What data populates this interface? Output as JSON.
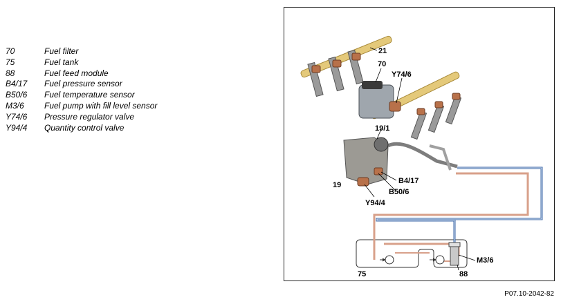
{
  "legend": [
    {
      "code": "70",
      "text": "Fuel filter"
    },
    {
      "code": "75",
      "text": "Fuel tank"
    },
    {
      "code": "88",
      "text": "Fuel feed module"
    },
    {
      "code": "B4/17",
      "text": "Fuel pressure sensor"
    },
    {
      "code": "B50/6",
      "text": "Fuel temperature sensor"
    },
    {
      "code": "M3/6",
      "text": "Fuel pump with fill level sensor"
    },
    {
      "code": "Y74/6",
      "text": "Pressure regulator valve"
    },
    {
      "code": "Y94/4",
      "text": "Quantity control valve"
    }
  ],
  "callouts": {
    "c21": "21",
    "c70": "70",
    "cY74_6": "Y74/6",
    "c19_1": "19/1",
    "cB4_17": "B4/17",
    "c19": "19",
    "cB50_6": "B50/6",
    "cY94_4": "Y94/4",
    "cM3_6": "M3/6",
    "c75": "75",
    "c88": "88"
  },
  "figure_reference": "P07.10-2042-82",
  "colors": {
    "supply_line": "#3f6aa8",
    "return_line": "#d8a08a",
    "fuel_rail": "#e4c97a",
    "component_gray": "#8c8c8c",
    "valve_copper": "#b8714a"
  }
}
